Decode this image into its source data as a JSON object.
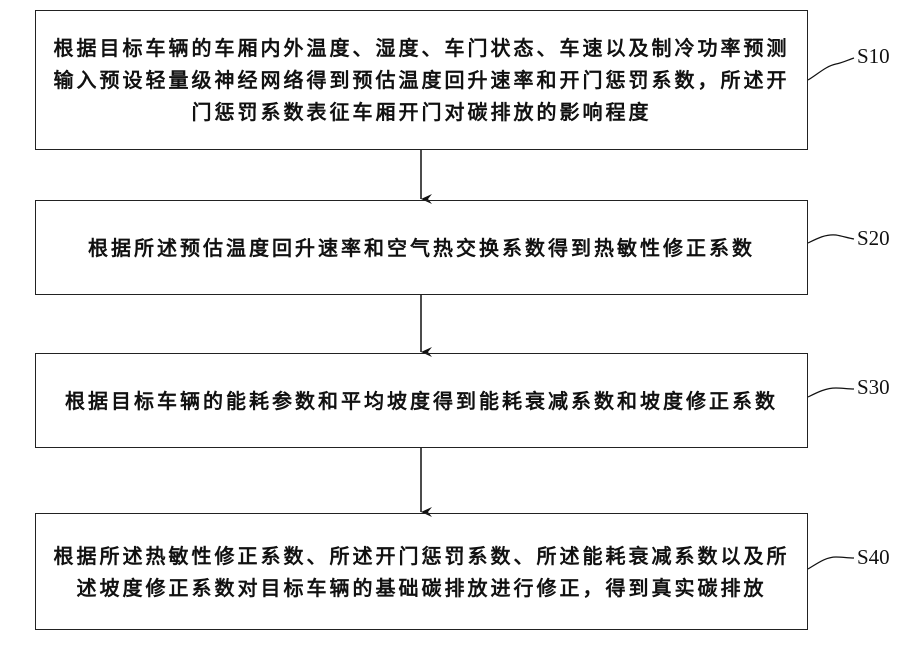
{
  "steps": [
    {
      "id": "S10",
      "text": "根据目标车辆的车厢内外温度、湿度、车门状态、车速以及制冷功率预测输入预设轻量级神经网络得到预估温度回升速率和开门惩罚系数，所述开门惩罚系数表征车厢开门对碳排放的影响程度"
    },
    {
      "id": "S20",
      "text": "根据所述预估温度回升速率和空气热交换系数得到热敏性修正系数"
    },
    {
      "id": "S30",
      "text": "根据目标车辆的能耗参数和平均坡度得到能耗衰减系数和坡度修正系数"
    },
    {
      "id": "S40",
      "text": "根据所述热敏性修正系数、所述开门惩罚系数、所述能耗衰减系数以及所述坡度修正系数对目标车辆的基础碳排放进行修正，得到真实碳排放"
    }
  ]
}
